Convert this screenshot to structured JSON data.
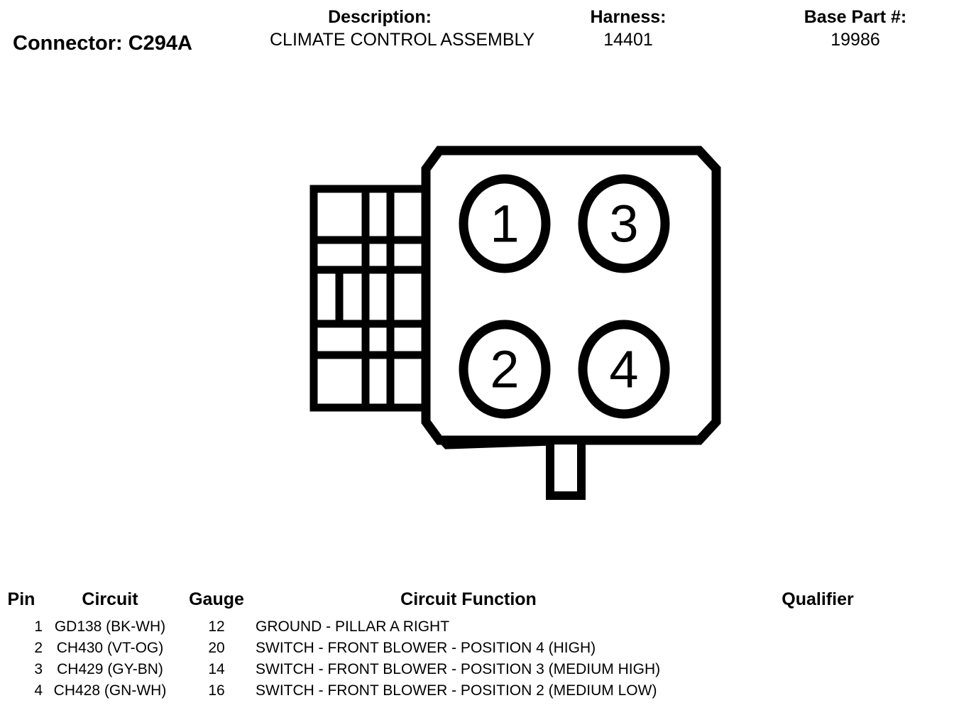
{
  "header": {
    "connector_label": "Connector: C294A",
    "description_label": "Description:",
    "description_value": "CLIMATE CONTROL ASSEMBLY",
    "harness_label": "Harness:",
    "harness_value": "14401",
    "base_part_label": "Base Part #:",
    "base_part_value": "19986"
  },
  "connector": {
    "pin_labels": [
      "1",
      "3",
      "2",
      "4"
    ],
    "pin_1": "1",
    "pin_2": "2",
    "pin_3": "3",
    "pin_4": "4",
    "stroke_color": "#000000",
    "fill_color": "#ffffff"
  },
  "table": {
    "headers": {
      "pin": "Pin",
      "circuit": "Circuit",
      "gauge": "Gauge",
      "function": "Circuit Function",
      "qualifier": "Qualifier"
    },
    "rows": [
      {
        "pin": "1",
        "circuit": "GD138 (BK-WH)",
        "gauge": "12",
        "function": "GROUND - PILLAR A RIGHT",
        "qualifier": ""
      },
      {
        "pin": "2",
        "circuit": "CH430 (VT-OG)",
        "gauge": "20",
        "function": "SWITCH - FRONT BLOWER - POSITION 4 (HIGH)",
        "qualifier": ""
      },
      {
        "pin": "3",
        "circuit": "CH429 (GY-BN)",
        "gauge": "14",
        "function": "SWITCH - FRONT BLOWER - POSITION 3 (MEDIUM HIGH)",
        "qualifier": ""
      },
      {
        "pin": "4",
        "circuit": "CH428 (GN-WH)",
        "gauge": "16",
        "function": "SWITCH - FRONT BLOWER - POSITION 2 (MEDIUM LOW)",
        "qualifier": ""
      }
    ]
  }
}
